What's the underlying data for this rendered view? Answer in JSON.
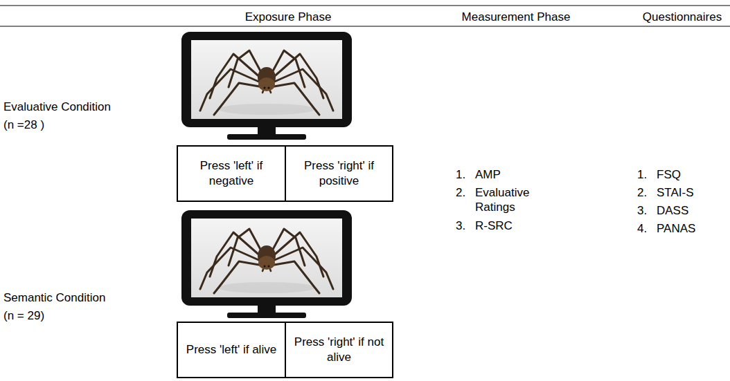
{
  "diagram": {
    "nodes": [
      {
        "text": [
          "Press 'left' if negative"
        ]
      },
      {
        "text": [
          "Press 'right' if positive"
        ]
      },
      {
        "text": [
          "Press 'left' if alive"
        ]
      },
      {
        "text": [
          "Press 'right' if not alive"
        ]
      }
    ],
    "labels": [
      "Exposure Phase",
      "Measurement Phase",
      "Questionnaires",
      "Evaluative Condition",
      "(n =28 )",
      "1.",
      "AMP",
      "2.",
      "Evaluative Ratings",
      "3.",
      "R-SRC",
      "1.",
      "FSQ",
      "2.",
      "STAI-S",
      "3.",
      "DASS",
      "4.",
      "PANAS",
      "Semantic Condition",
      "(n = 29)"
    ]
  }
}
